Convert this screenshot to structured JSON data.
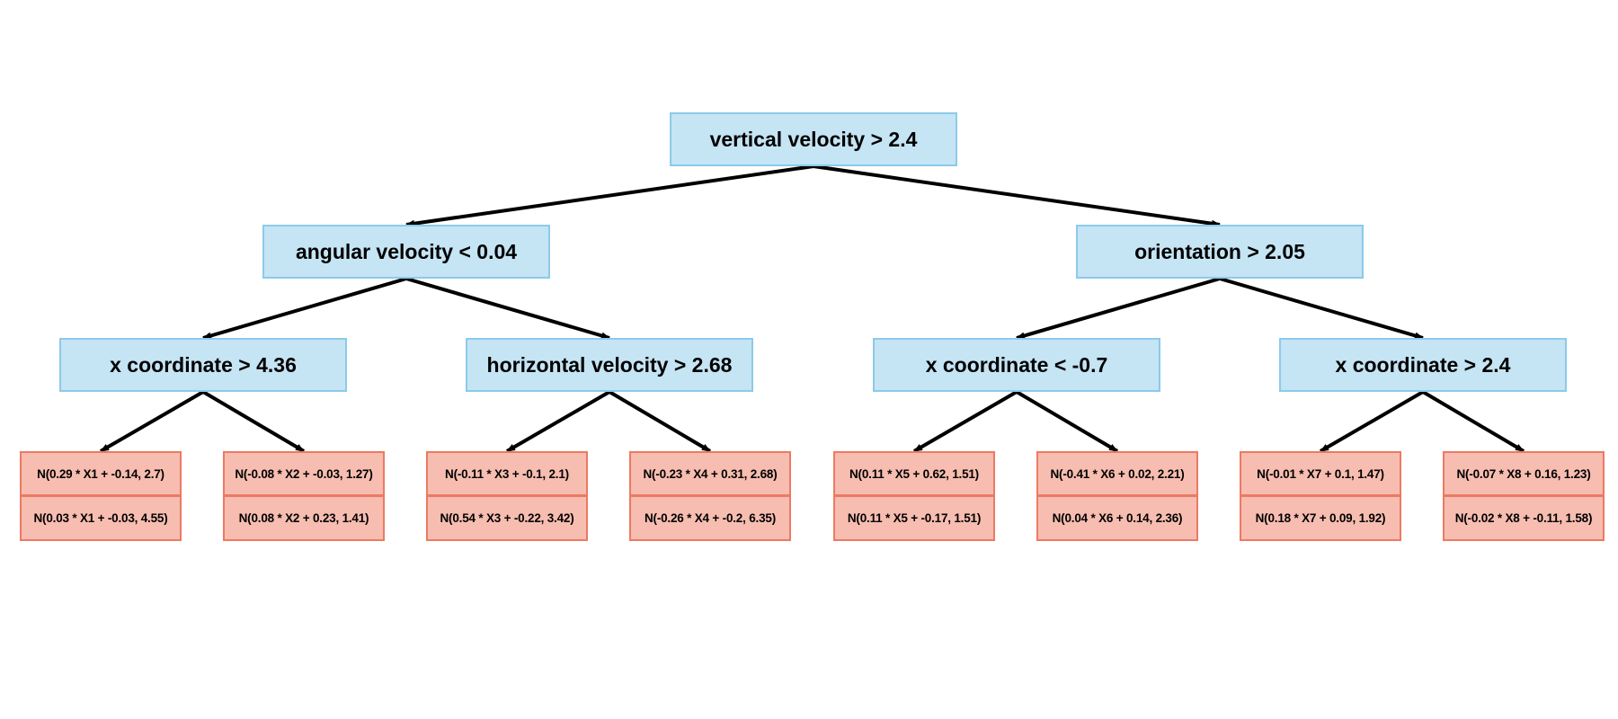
{
  "tree": {
    "root": {
      "label": "vertical velocity > 2.4"
    },
    "level1": [
      {
        "label": "angular velocity < 0.04"
      },
      {
        "label": "orientation > 2.05"
      }
    ],
    "level2": [
      {
        "label": "x coordinate > 4.36"
      },
      {
        "label": "horizontal velocity > 2.68"
      },
      {
        "label": "x coordinate < -0.7"
      },
      {
        "label": "x coordinate > 2.4"
      }
    ],
    "leaves": [
      {
        "line1": "N(0.29 * X1 + -0.14, 2.7)",
        "line2": "N(0.03 * X1 + -0.03, 4.55)"
      },
      {
        "line1": "N(-0.08 * X2 + -0.03, 1.27)",
        "line2": "N(0.08 * X2 + 0.23, 1.41)"
      },
      {
        "line1": "N(-0.11 * X3 + -0.1, 2.1)",
        "line2": "N(0.54 * X3 + -0.22, 3.42)"
      },
      {
        "line1": "N(-0.23 * X4 + 0.31, 2.68)",
        "line2": "N(-0.26 * X4 + -0.2, 6.35)"
      },
      {
        "line1": "N(0.11 * X5 + 0.62, 1.51)",
        "line2": "N(0.11 * X5 + -0.17, 1.51)"
      },
      {
        "line1": "N(-0.41 * X6 + 0.02, 2.21)",
        "line2": "N(0.04 * X6 + 0.14, 2.36)"
      },
      {
        "line1": "N(-0.01 * X7 + 0.1, 1.47)",
        "line2": "N(0.18 * X7 + 0.09, 1.92)"
      },
      {
        "line1": "N(-0.07 * X8 + 0.16, 1.23)",
        "line2": "N(-0.02 * X8 + -0.11, 1.58)"
      }
    ]
  },
  "colors": {
    "decision_fill": "#c5e4f4",
    "decision_border": "#8ccaea",
    "leaf_fill": "#f7bdb0",
    "leaf_border": "#ec7a62",
    "edge": "#000000"
  }
}
